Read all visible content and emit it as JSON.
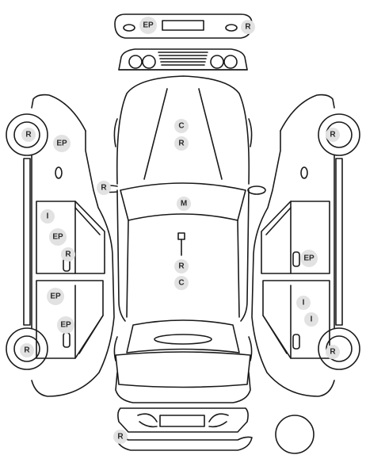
{
  "marks": [
    {
      "id": "ep-front-bumper",
      "text": "EP"
    },
    {
      "id": "r-front-bumper",
      "text": "R"
    },
    {
      "id": "r-left-front-wheel",
      "text": "R"
    },
    {
      "id": "ep-left-front-fender",
      "text": "EP"
    },
    {
      "id": "c-hood",
      "text": "C"
    },
    {
      "id": "r-hood",
      "text": "R"
    },
    {
      "id": "r-left-mirror",
      "text": "R"
    },
    {
      "id": "m-windshield",
      "text": "M"
    },
    {
      "id": "i-left-front-door",
      "text": "I"
    },
    {
      "id": "ep-left-front-door",
      "text": "EP"
    },
    {
      "id": "r-left-front-door",
      "text": "R"
    },
    {
      "id": "ep-left-rear-door",
      "text": "EP"
    },
    {
      "id": "ep-left-rear-door-lower",
      "text": "EP"
    },
    {
      "id": "r-left-rear-wheel",
      "text": "R"
    },
    {
      "id": "r-roof",
      "text": "R"
    },
    {
      "id": "c-roof",
      "text": "C"
    },
    {
      "id": "r-right-front-wheel",
      "text": "R"
    },
    {
      "id": "ep-right-front-door",
      "text": "EP"
    },
    {
      "id": "i-right-rear-door",
      "text": "I"
    },
    {
      "id": "i-right-rear-door-lower",
      "text": "I"
    },
    {
      "id": "r-right-rear-wheel",
      "text": "R"
    },
    {
      "id": "r-rear-bumper",
      "text": "R"
    }
  ]
}
